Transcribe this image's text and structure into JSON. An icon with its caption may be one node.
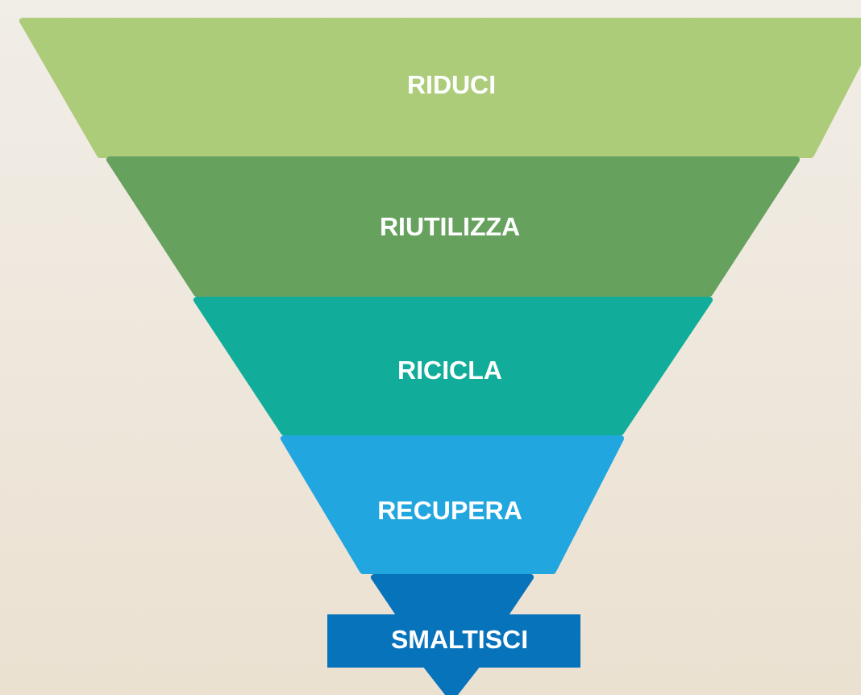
{
  "diagram": {
    "nodes": [
      {
        "text": [
          "RIDUCI"
        ]
      },
      {
        "text": [
          "RIUTILIZZA"
        ]
      },
      {
        "text": [
          "RICICLA"
        ]
      },
      {
        "text": [
          "RECUPERA"
        ]
      },
      {
        "text": [
          "SMALTISCI"
        ]
      }
    ]
  }
}
